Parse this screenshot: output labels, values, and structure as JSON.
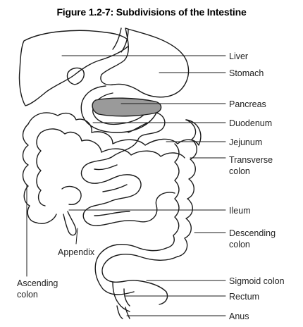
{
  "figure": {
    "title": "Figure 1.2-7: Subdivisions of the Intestine"
  },
  "labels": {
    "liver": "Liver",
    "stomach": "Stomach",
    "pancreas": "Pancreas",
    "duodenum": "Duodenum",
    "jejunum": "Jejunum",
    "transverse_colon": [
      "Transverse",
      "colon"
    ],
    "ileum": "Ileum",
    "descending_colon": [
      "Descending",
      "colon"
    ],
    "appendix": "Appendix",
    "ascending_colon": [
      "Ascending",
      "colon"
    ],
    "sigmoid_colon": "Sigmoid colon",
    "rectum": "Rectum",
    "anus": "Anus"
  },
  "colors": {
    "outline": "#1a1a1a",
    "pancreas_fill": "#9a9a9a",
    "liver_fill": "#ffffff",
    "leader_line": "#1a1a1a"
  }
}
